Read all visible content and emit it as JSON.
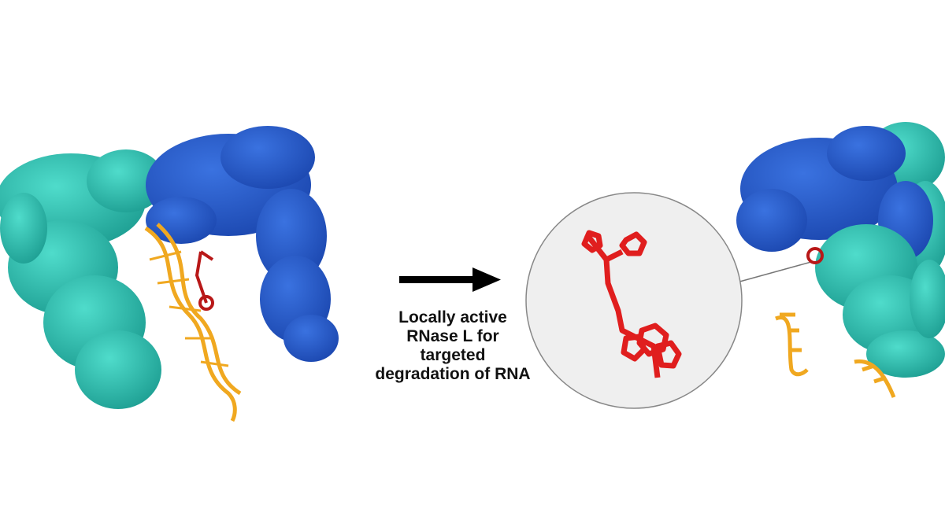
{
  "caption": {
    "lines": [
      "Locally active",
      "RNase L for",
      "targeted",
      "degradation of RNA"
    ]
  },
  "colors": {
    "cyan_protein": "#33c4b4",
    "blue_protein": "#2d62d2",
    "rna": "#f0a820",
    "ligand": "#d81e1e",
    "zoom_circle_fill": "#efefef",
    "arrow": "#000000"
  }
}
